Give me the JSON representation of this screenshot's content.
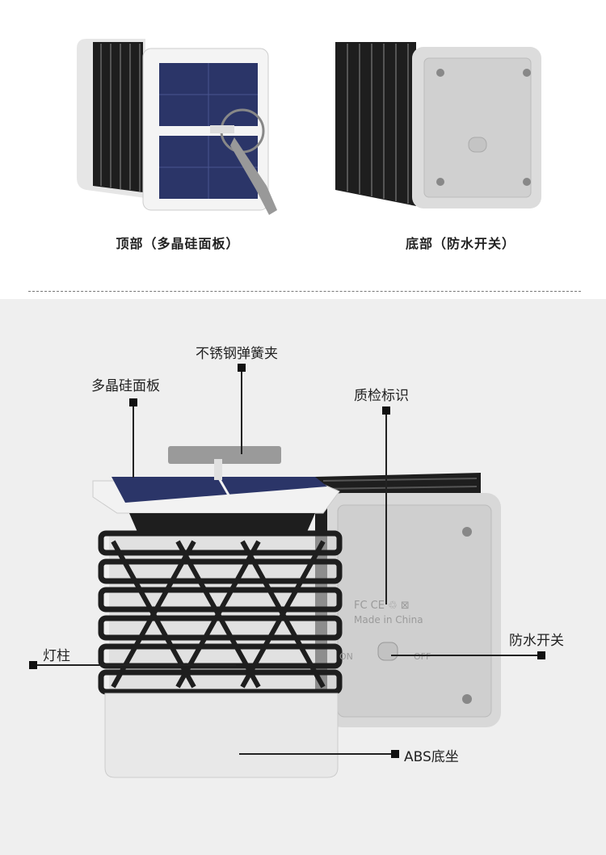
{
  "top_section": {
    "left_caption": "顶部（多晶硅面板）",
    "right_caption": "底部（防水开关）"
  },
  "callouts": {
    "spring_clip": "不锈钢弹簧夹",
    "solar_panel": "多晶硅面板",
    "qc_mark": "质检标识",
    "light_column": "灯柱",
    "waterproof_switch": "防水开关",
    "abs_base": "ABS底坐"
  },
  "product_marks": {
    "line1": "FC CE ♲ ⊠",
    "line2": "Made in China",
    "switch_on": "ON",
    "switch_off": "OFF"
  }
}
